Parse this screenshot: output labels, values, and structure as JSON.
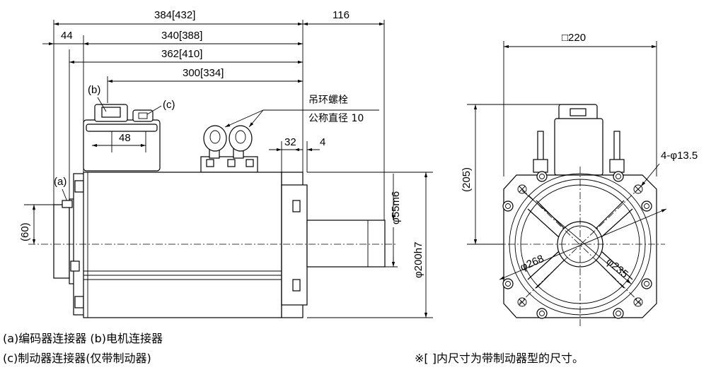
{
  "front_view": {
    "dim_total_length": "384[432]",
    "dim_44": "44",
    "dim_body_length": "340[388]",
    "dim_362": "362[410]",
    "dim_300": "300[334]",
    "dim_shaft_length": "116",
    "dim_48": "48",
    "dim_32": "32",
    "dim_4": "4",
    "dim_60": "(60)",
    "dim_shaft_dia": "φ55m6",
    "dim_flange_dia": "φ200h7",
    "label_a": "(a)",
    "label_b": "(b)",
    "label_c": "(c)",
    "eyebolt_label_1": "吊环螺栓",
    "eyebolt_label_2": "公称直径 10"
  },
  "side_view": {
    "dim_square": "□220",
    "dim_205": "(205)",
    "dim_holes": "4-φ13.5",
    "dim_pcd_268": "φ268",
    "dim_pcd_235": "φ235"
  },
  "legend": {
    "line1": "(a)编码器连接器 (b)电机连接器",
    "line2": "(c)制动器连接器(仅带制动器)",
    "note": "※[  ]内尺寸为带制动器型的尺寸。"
  }
}
